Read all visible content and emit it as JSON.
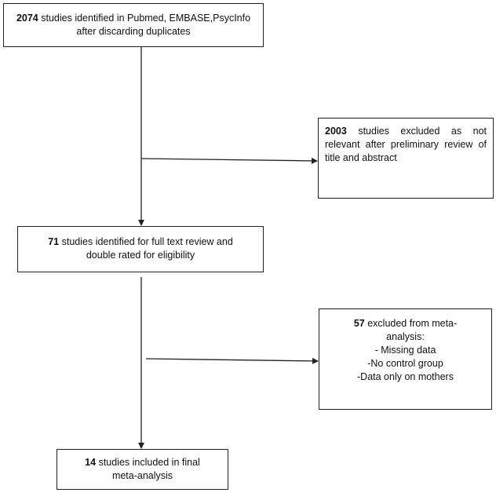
{
  "boxes": {
    "identified": {
      "count": "2074",
      "text_1": "studies identified in Pubmed, EMBASE,PsycInfo",
      "text_2": "after discarding duplicates"
    },
    "excluded_preliminary": {
      "count": "2003",
      "text_1": "studies excluded as not relevant after preliminary review of title and abstract"
    },
    "full_text": {
      "count": "71",
      "text_1": "studies identified for full text review and",
      "text_2": "double rated for eligibility"
    },
    "excluded_meta": {
      "count": "57",
      "text_1": "excluded from meta-",
      "text_2": "analysis:",
      "items": [
        "- Missing data",
        "-No control group",
        "-Data only on mothers"
      ]
    },
    "included": {
      "count": "14",
      "text_1": "studies included in final",
      "text_2": "meta-analysis"
    }
  }
}
